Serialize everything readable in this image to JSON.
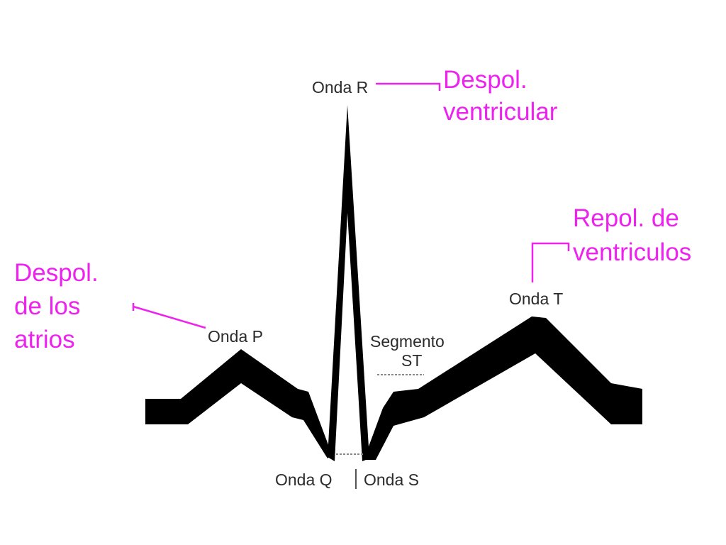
{
  "colors": {
    "background": "#ffffff",
    "waveform": "#000000",
    "label_text": "#2b2b2b",
    "annotation": "#ee22ee",
    "dashed_line": "#888888"
  },
  "labels": {
    "onda_r": "Onda R",
    "onda_p": "Onda P",
    "onda_t": "Onda T",
    "onda_q": "Onda Q",
    "onda_s": "Onda S",
    "segmento_line1": "Segmento",
    "segmento_line2": "ST"
  },
  "annotations": {
    "ventricular_depol": [
      "Despol.",
      "ventricular"
    ],
    "atrial_depol": [
      "Despol.",
      "de los",
      "atrios"
    ],
    "ventricular_repol": [
      "Repol. de",
      "ventriculos"
    ]
  }
}
